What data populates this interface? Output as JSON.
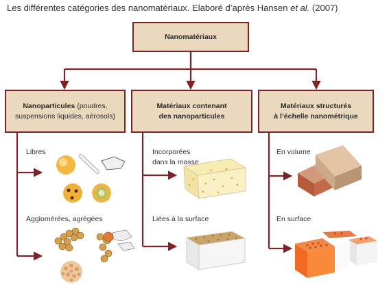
{
  "caption": {
    "text_before": "Les différentes catégories des nanomatériaux. Elaboré d’après Hansen ",
    "text_italic": "et al.",
    "text_after": " (2007)"
  },
  "top": {
    "label": "Nanomatériaux"
  },
  "columns": [
    {
      "title_bold": "Nanoparticules",
      "title_rest_line1": " (poudres,",
      "title_line2": "suspensions liquides, aérosols)",
      "items": [
        {
          "label": "Libres"
        },
        {
          "label": "Agglomérées, agrégées"
        }
      ]
    },
    {
      "title_line1": "Matériaux contenant",
      "title_line2": "des nanoparticules",
      "items": [
        {
          "label_line1": "Incorporées",
          "label_line2": "dans la masse"
        },
        {
          "label": "Liées à la surface"
        }
      ]
    },
    {
      "title_line1": "Matériaux structurés",
      "title_line2": "à l’échelle nanométrique",
      "items": [
        {
          "label": "En volume"
        },
        {
          "label": "En surface"
        }
      ]
    }
  ],
  "colors": {
    "border": "#7e2325",
    "box_fill": "#ebd9bd"
  }
}
